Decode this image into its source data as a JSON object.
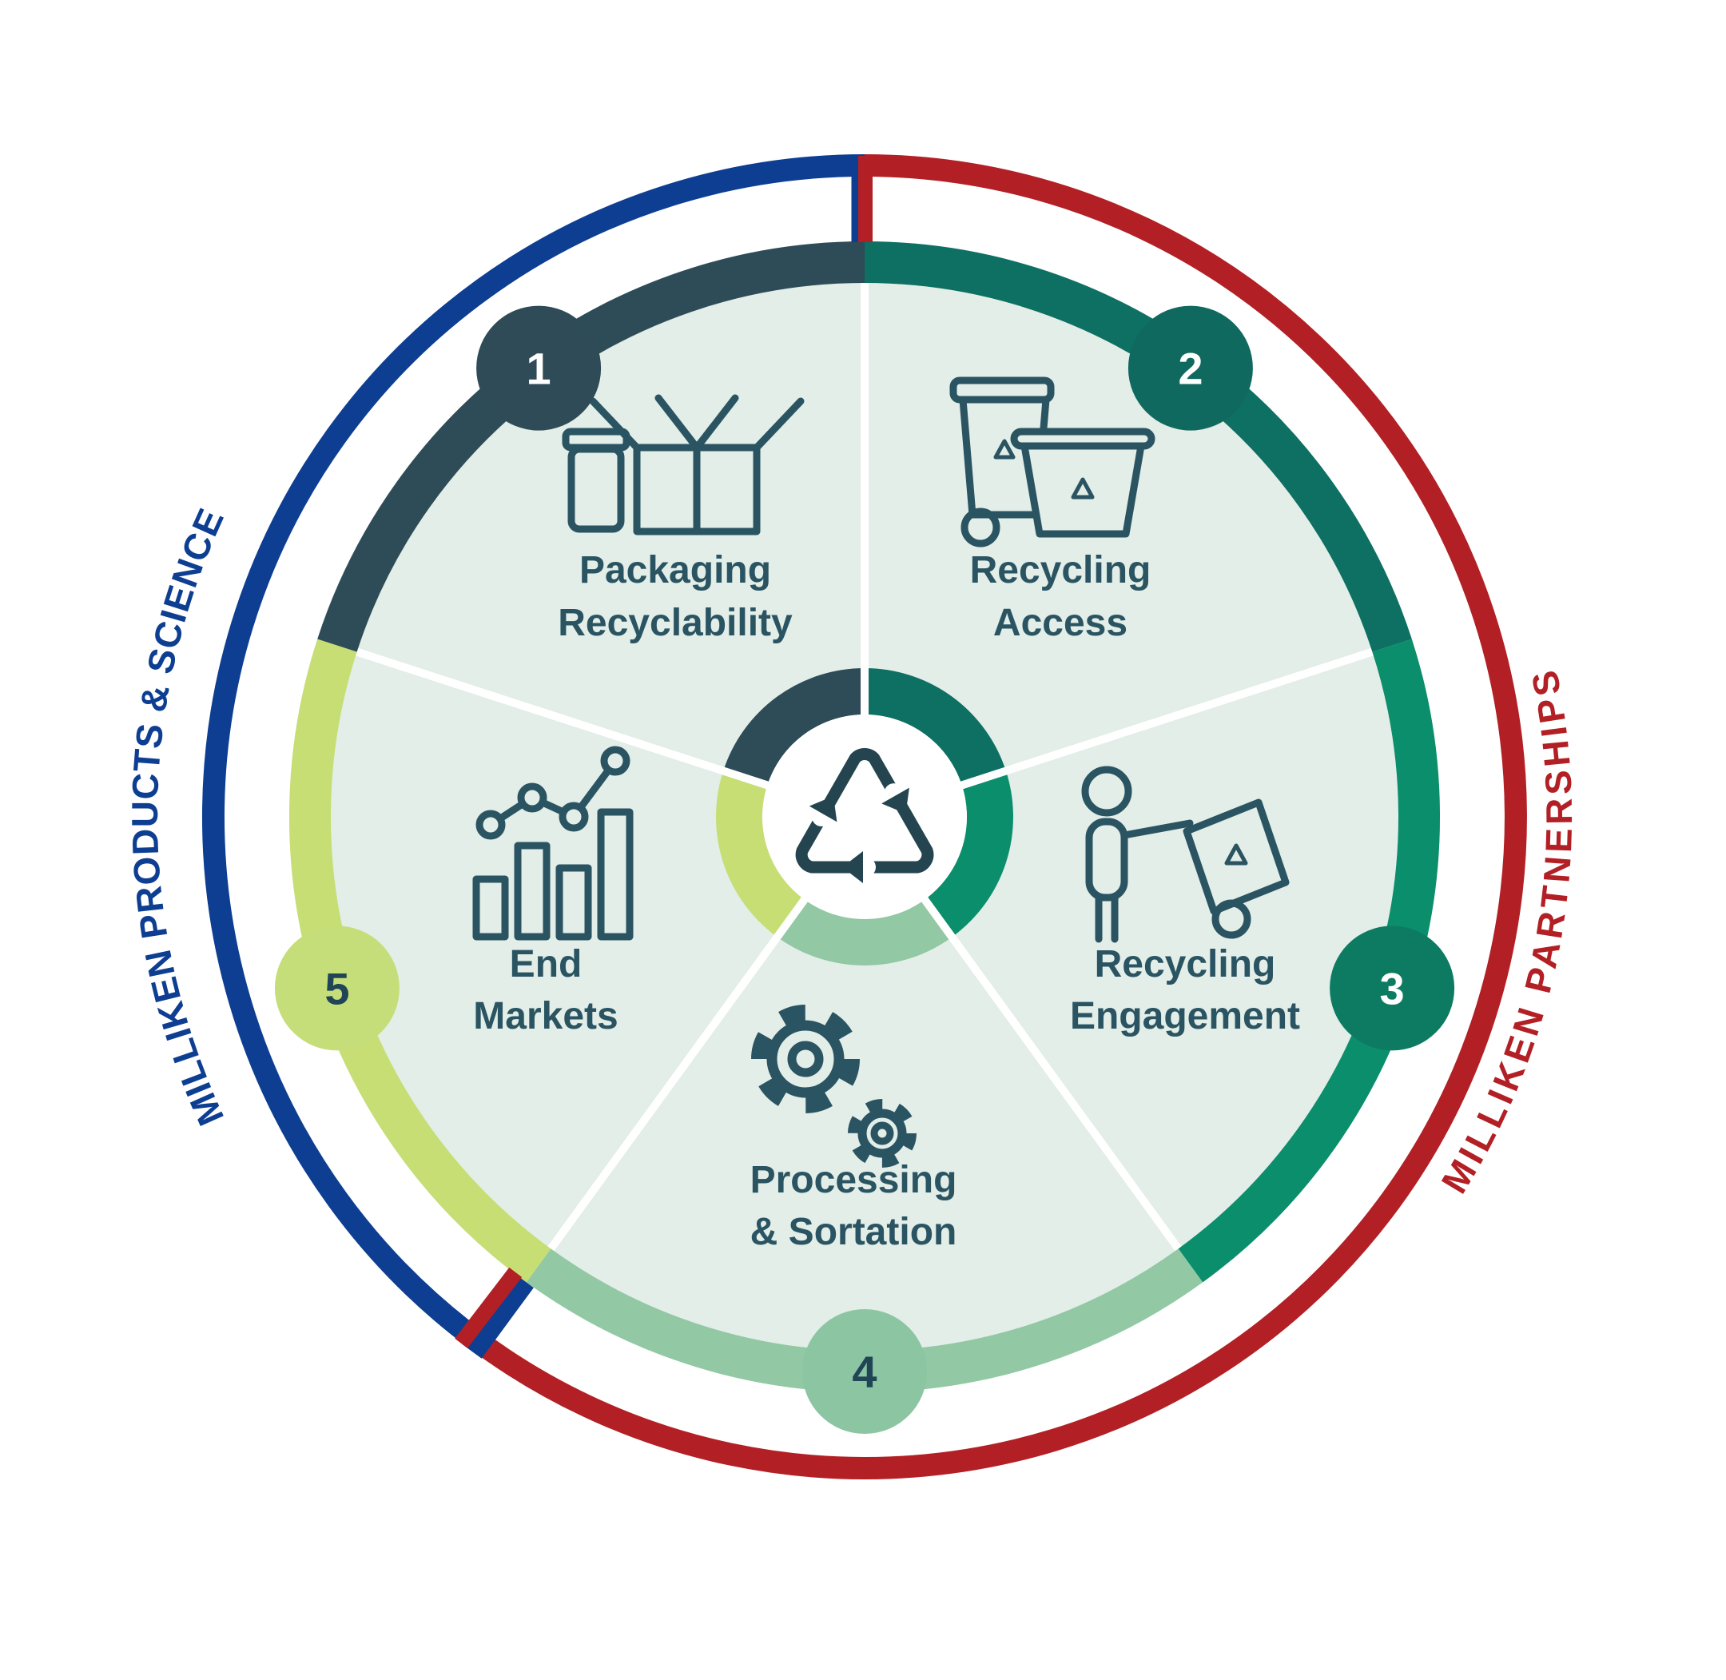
{
  "diagram": {
    "title_hidden": "",
    "background": "#FFFFFF",
    "wedge_color": "#E2EEE7",
    "divider_color": "#FFFFFF",
    "label_color": "#2B5463",
    "icon_color": "#2B5463",
    "center_icon": {
      "name": "recycle-arrows-icon",
      "color": "#24454F"
    },
    "outer_arcs": {
      "products_science": {
        "label": "MILLIKEN PRODUCTS & SCIENCE",
        "color": "#0D3E92"
      },
      "partnerships": {
        "label": "MILLIKEN PARTNERSHIPS",
        "color": "#B22025"
      }
    },
    "segments": [
      {
        "number": "1",
        "label_line1": "Packaging",
        "label_line2": "Recyclability",
        "icon": "box-and-jar-icon",
        "color": "#2E4B58",
        "badge_color": "#2F4B58",
        "number_color": "#FFFFFF"
      },
      {
        "number": "2",
        "label_line1": "Recycling",
        "label_line2": "Access",
        "icon": "recycling-bins-icon",
        "color": "#0E6F63",
        "badge_color": "#10695F",
        "number_color": "#FFFFFF"
      },
      {
        "number": "3",
        "label_line1": "Recycling",
        "label_line2": "Engagement",
        "icon": "person-recycling-icon",
        "color": "#0B8E6B",
        "badge_color": "#0D7B62",
        "number_color": "#FFFFFF"
      },
      {
        "number": "4",
        "label_line1": "Processing",
        "label_line2": "& Sortation",
        "icon": "gears-icon",
        "color": "#92C8A4",
        "badge_color": "#8CC5A1",
        "number_color": "#1F4557"
      },
      {
        "number": "5",
        "label_line1": "End",
        "label_line2": "Markets",
        "icon": "bar-chart-icon",
        "color": "#C6DE74",
        "badge_color": "#C6DE79",
        "number_color": "#1F4557"
      }
    ]
  }
}
